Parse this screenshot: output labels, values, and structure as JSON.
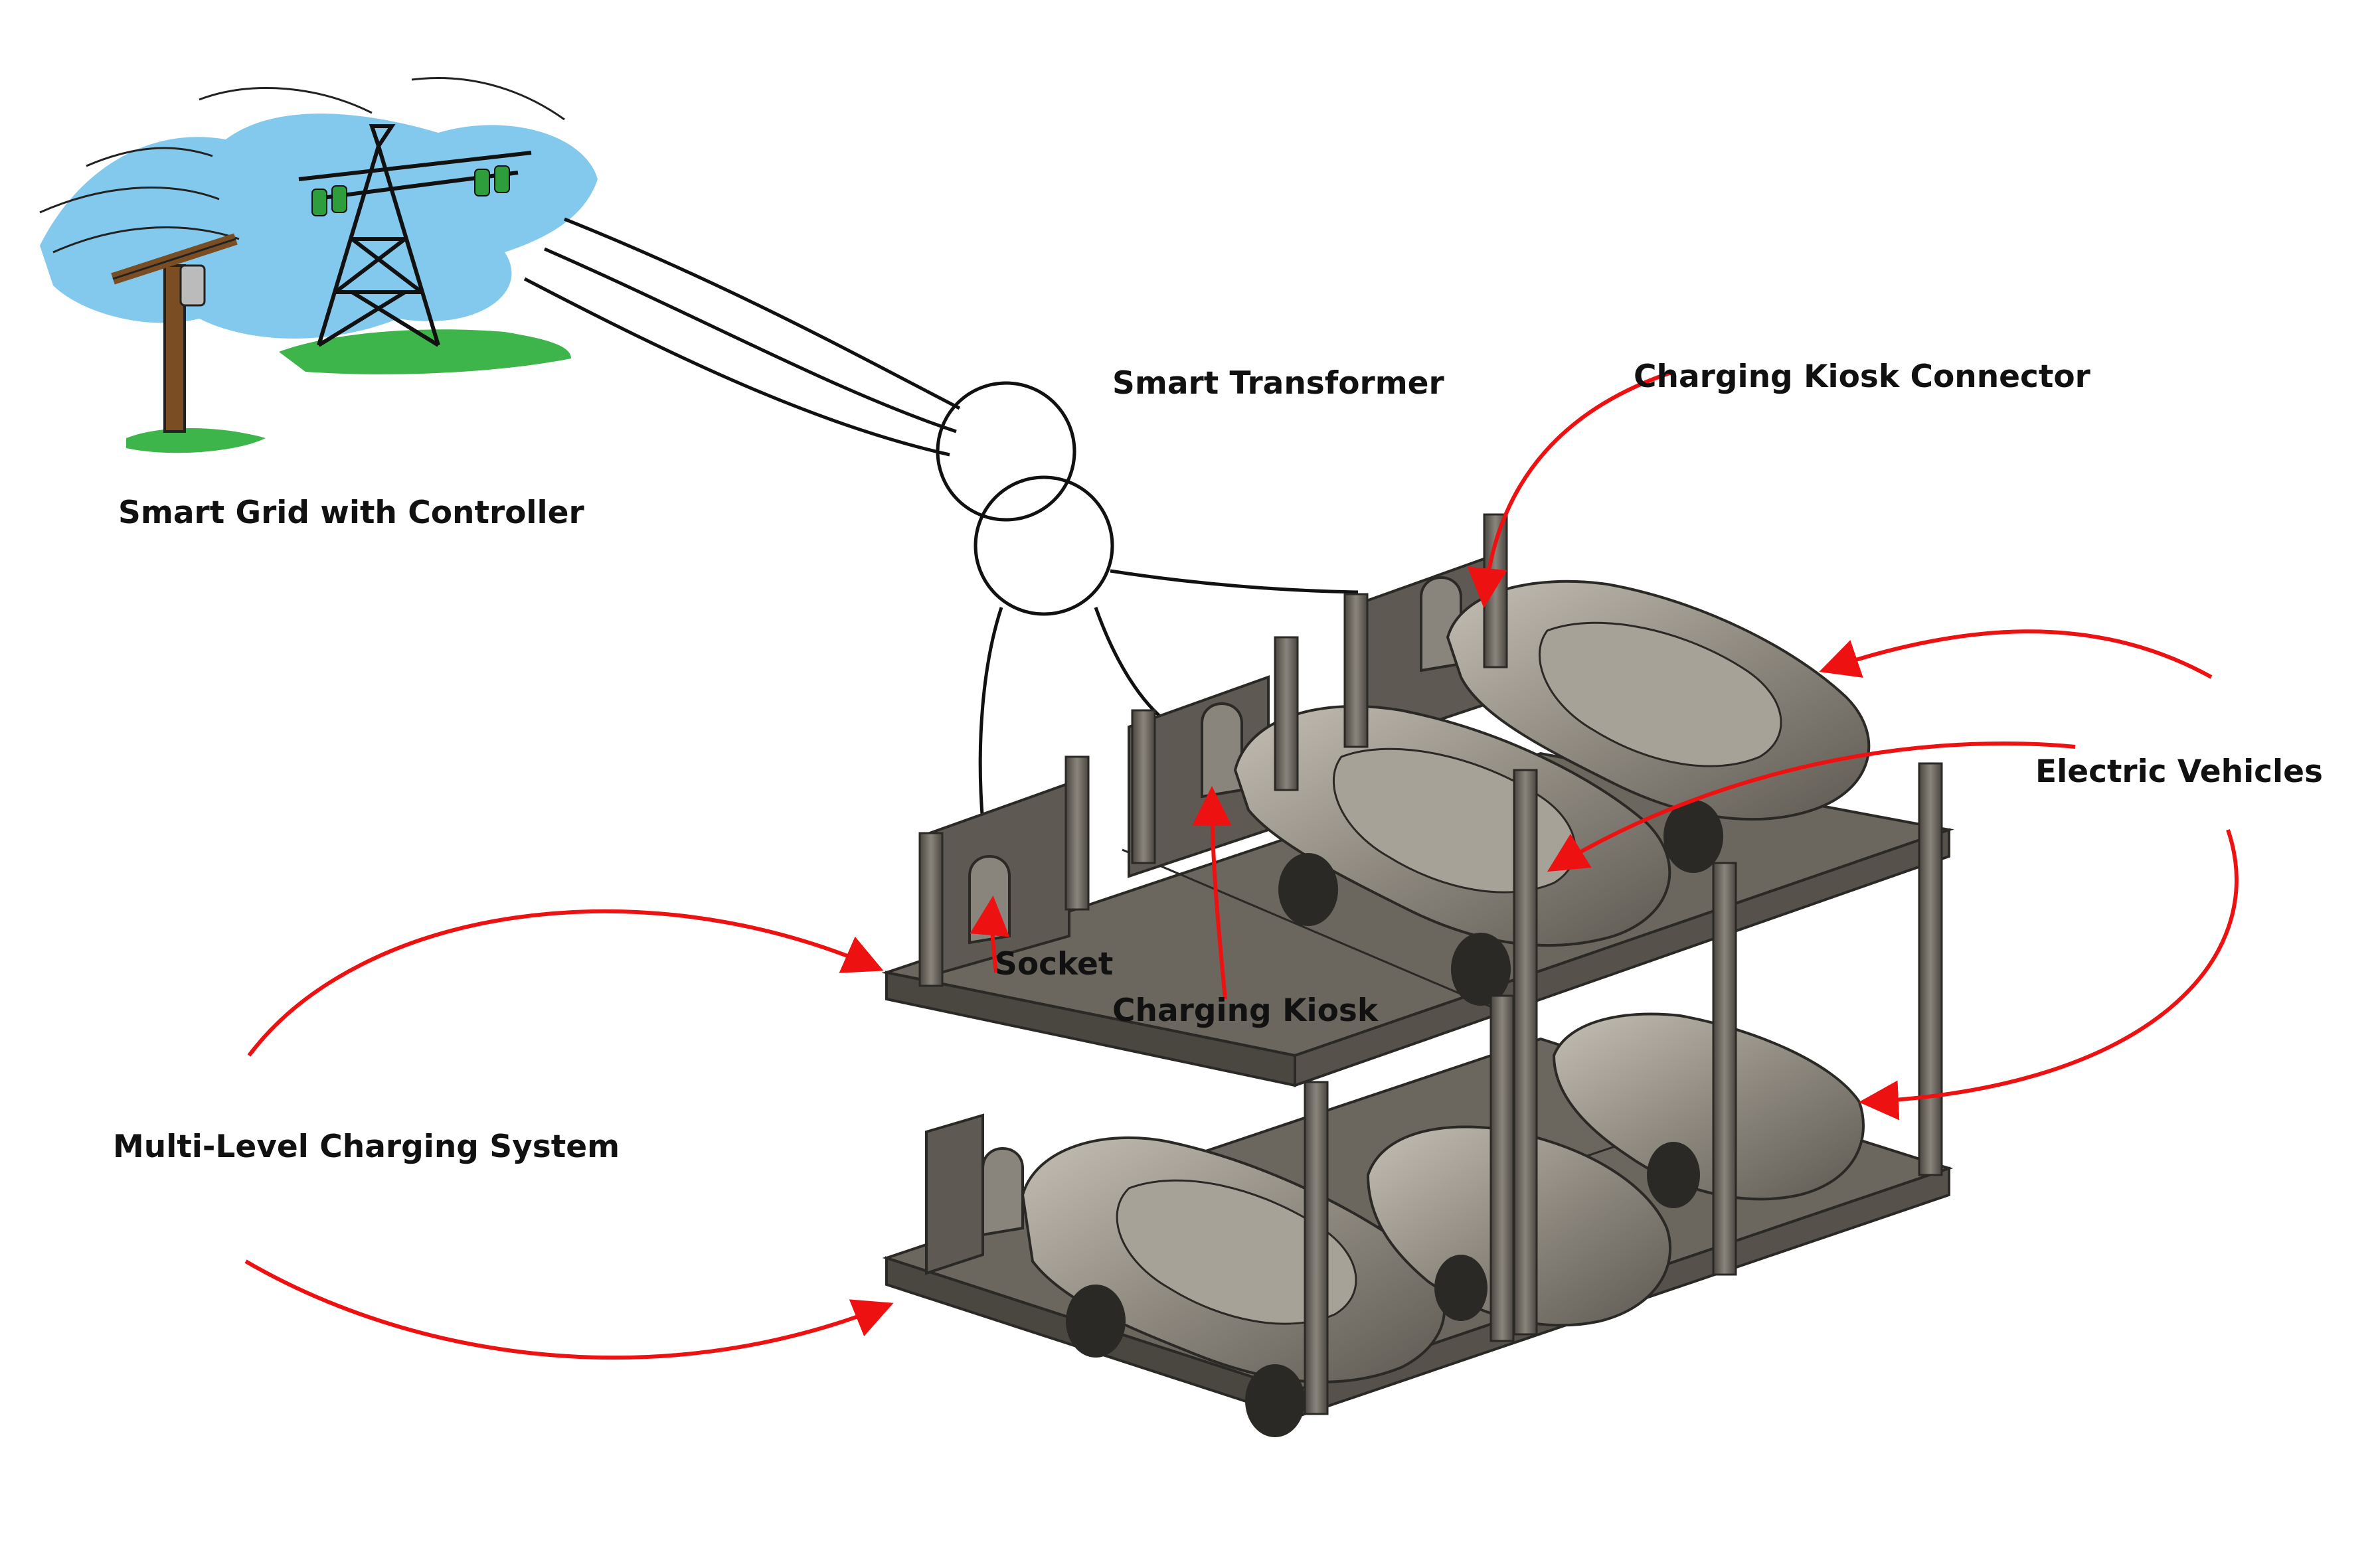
{
  "labels": {
    "smart_grid": "Smart Grid with Controller",
    "smart_transformer": "Smart Transformer",
    "kiosk_connector": "Charging Kiosk Connector",
    "electric_vehicles": "Electric Vehicles",
    "socket": "Socket",
    "charging_kiosk": "Charging Kiosk",
    "multi_level": "Multi-Level Charging System"
  },
  "colors": {
    "arrow": "#ee1111",
    "structure": "#6b665e",
    "structure_dark": "#4a4640",
    "structure_light": "#8a857c",
    "car_body": "#8f8a80",
    "car_highlight": "#b9b4aa",
    "sky": "#6cc0ea",
    "grass": "#3db54a",
    "wire": "#111111"
  },
  "icons": {
    "grid": "power-transmission-tower-icon",
    "transformer": "transformer-symbol-icon",
    "vehicle": "electric-car-icon"
  }
}
